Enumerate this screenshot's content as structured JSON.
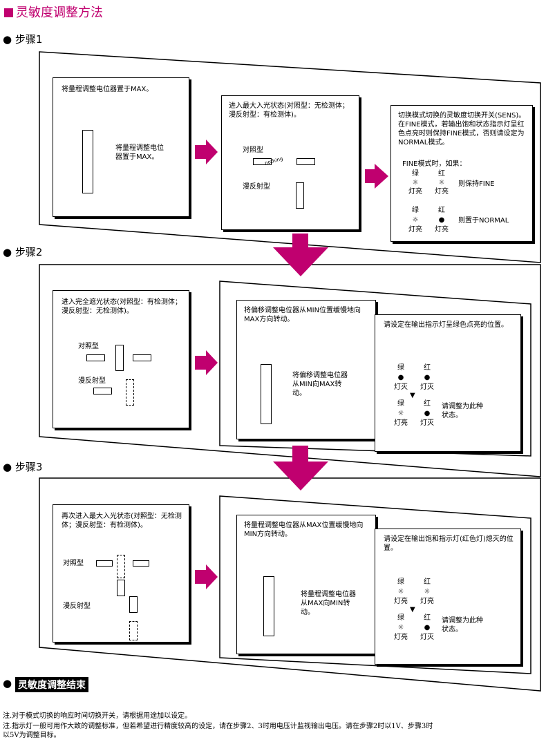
{
  "title": "灵敏度调整方法",
  "steps": [
    "步骤1",
    "步骤2",
    "步骤3"
  ],
  "step1": {
    "box1": "将量程调整电位器置于MAX。",
    "box1_callout": "将量程调整电位器置于MAX。",
    "box2": "进入最大入光状态(对照型：无检测体；漫反射型：有检测体)。",
    "thru": "对照型",
    "diffuse": "漫反射型",
    "nothing": "nothing",
    "box3": "切换模式切换的灵敏度切换开关(SENS)。在FINE模式，若输出饱和状态指示灯呈红色点亮时则保持FINE模式，否则请设定为NORMAL模式。",
    "fine_label": "FINE模式时，如果：",
    "green": "绿",
    "red": "红",
    "on": "灯亮",
    "off": "灯灭",
    "keep": "则保持FINE",
    "set_normal": "则置于NORMAL"
  },
  "step2": {
    "box1": "进入完全遮光状态(对照型：有检测体；漫反射型：无检测体)。",
    "thru": "对照型",
    "diffuse": "漫反射型",
    "box2": "将偏移调整电位器从MIN位置缓慢地向MAX方向转动。",
    "box2_callout": "将偏移调整电位器从MIN向MAX转动。",
    "box3": "请设定在输出指示灯呈绿色点亮的位置。",
    "adjust": "请调整为此种状态。"
  },
  "step3": {
    "box1": "再次进入最大入光状态(对照型：无检测体；漫反射型：有检测体)。",
    "thru": "对照型",
    "diffuse": "漫反射型",
    "box2": "将量程调整电位器从MAX位置缓慢地向MIN方向转动。",
    "box2_callout": "将量程调整电位器从MAX向MIN转动。",
    "box3": "请设定在输出饱和指示灯(红色灯)熄灭的位置。",
    "adjust": "请调整为此种状态。"
  },
  "end": "灵敏度调整结束",
  "notes": [
    "注.对于模式切换的响应时间切换开关，请根据用途加以设定。",
    "注.指示灯一般可用作大致的调整标准，但若希望进行精度较高的设定，请在步骤2、3时用电压计监视输出电压。请在步骤2时以1V、步骤3时以5V为调整目标。"
  ],
  "colors": {
    "accent": "#c0006f"
  }
}
